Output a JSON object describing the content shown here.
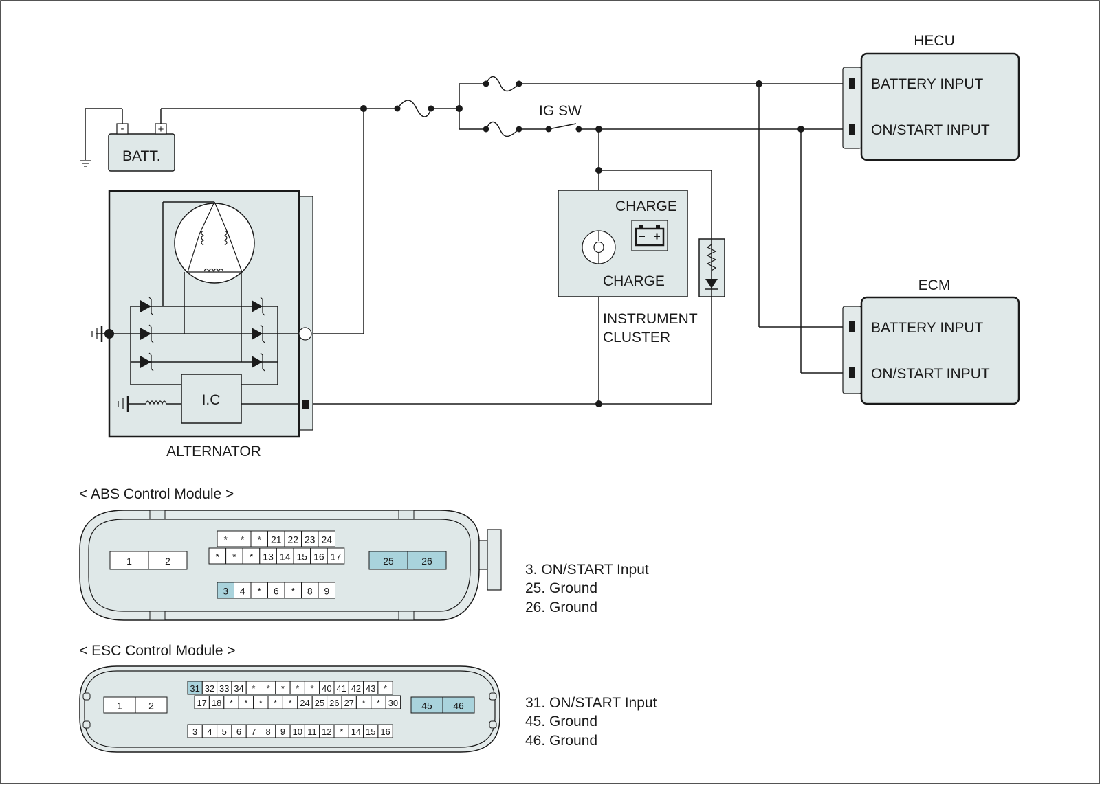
{
  "colors": {
    "component_fill": "#dfe8e8",
    "connector_fill": "#e3eaea",
    "highlight_pin": "#a9d3dc",
    "line": "#1a1a1a"
  },
  "circuit": {
    "battery": {
      "label": "BATT.",
      "neg": "-",
      "pos": "+"
    },
    "ig_switch": "IG SW",
    "alternator": {
      "label": "ALTERNATOR",
      "ic": "I.C"
    },
    "cluster": {
      "lamp_top": "CHARGE",
      "lamp_bottom": "CHARGE",
      "label_line1": "INSTRUMENT",
      "label_line2": "CLUSTER"
    },
    "hecu": {
      "title": "HECU",
      "pin1": "BATTERY INPUT",
      "pin2": "ON/START INPUT"
    },
    "ecm": {
      "title": "ECM",
      "pin1": "BATTERY INPUT",
      "pin2": "ON/START INPUT"
    }
  },
  "abs": {
    "title": "< ABS Control Module >",
    "left_pins": [
      "1",
      "2"
    ],
    "row1": [
      "*",
      "*",
      "*",
      "21",
      "22",
      "23",
      "24"
    ],
    "row2": [
      "*",
      "*",
      "*",
      "13",
      "14",
      "15",
      "16",
      "17"
    ],
    "row3": [
      "3",
      "4",
      "*",
      "6",
      "*",
      "8",
      "9"
    ],
    "right_pins": [
      "25",
      "26"
    ],
    "highlighted": [
      "3",
      "25",
      "26"
    ],
    "legend": [
      "3. ON/START Input",
      "25. Ground",
      "26. Ground"
    ]
  },
  "esc": {
    "title": "< ESC Control Module >",
    "left_pins": [
      "1",
      "2"
    ],
    "row1": [
      "31",
      "32",
      "33",
      "34",
      "*",
      "*",
      "*",
      "*",
      "*",
      "40",
      "41",
      "42",
      "43",
      "*"
    ],
    "row2": [
      "17",
      "18",
      "*",
      "*",
      "*",
      "*",
      "*",
      "24",
      "25",
      "26",
      "27",
      "*",
      "*",
      "30"
    ],
    "row3": [
      "3",
      "4",
      "5",
      "6",
      "7",
      "8",
      "9",
      "10",
      "11",
      "12",
      "*",
      "14",
      "15",
      "16"
    ],
    "right_pins": [
      "45",
      "46"
    ],
    "highlighted": [
      "31",
      "45",
      "46"
    ],
    "legend": [
      "31. ON/START Input",
      "45. Ground",
      "46. Ground"
    ]
  }
}
